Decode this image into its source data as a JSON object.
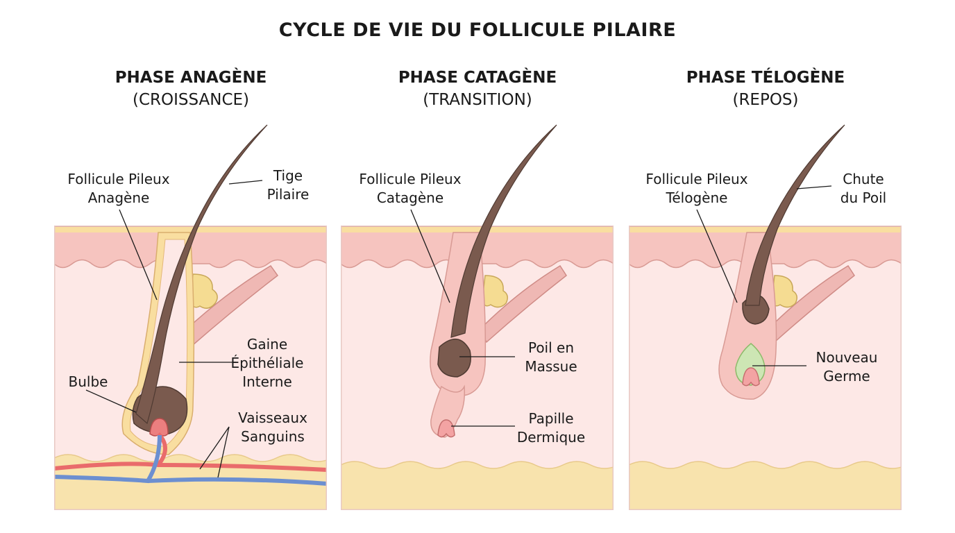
{
  "title": "CYCLE DE VIE DU FOLLICULE PILAIRE",
  "phases": [
    {
      "heading": "PHASE ANAGÈNE",
      "subheading": "(CROISSANCE)",
      "labels": {
        "follicle_1": "Follicule Pileux",
        "follicle_2": "Anagène",
        "shaft_1": "Tige",
        "shaft_2": "Pilaire",
        "sheath_1": "Gaine",
        "sheath_2": "Épithéliale",
        "sheath_3": "Interne",
        "bulb": "Bulbe",
        "vessels_1": "Vaisseaux",
        "vessels_2": "Sanguins"
      }
    },
    {
      "heading": "PHASE CATAGÈNE",
      "subheading": "(TRANSITION)",
      "labels": {
        "follicle_1": "Follicule Pileux",
        "follicle_2": "Catagène",
        "club_1": "Poil en",
        "club_2": "Massue",
        "papilla_1": "Papille",
        "papilla_2": "Dermique"
      }
    },
    {
      "heading": "PHASE TÉLOGÈNE",
      "subheading": "(REPOS)",
      "labels": {
        "follicle_1": "Follicule Pileux",
        "follicle_2": "Télogène",
        "shed_1": "Chute",
        "shed_2": "du Poil",
        "germ_1": "Nouveau",
        "germ_2": "Germe"
      }
    }
  ],
  "colors": {
    "epidermis": "#f6c4bf",
    "dermis": "#fde8e6",
    "fat": "#f8e3ad",
    "hair": "#7a5a4e",
    "sheath": "#f9dea0",
    "muscle": "#efb8b4",
    "gland": "#f5dc92",
    "artery": "#e96b6b",
    "vein": "#6c8fd0",
    "germ": "#cde6b4"
  }
}
